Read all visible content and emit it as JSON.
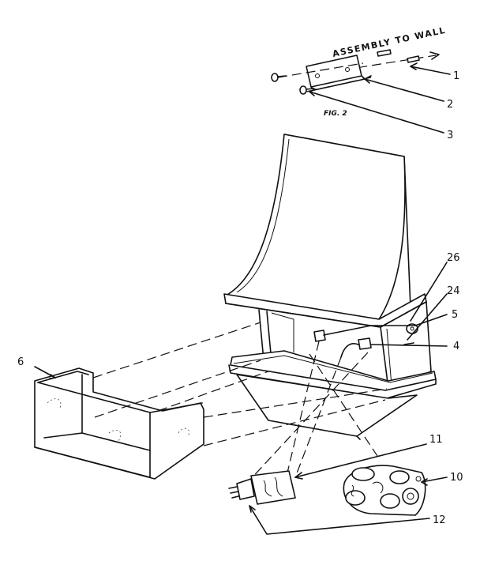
{
  "figure": {
    "header": "ASSEMBLY TO WALL",
    "fig_label": "FIG. 2"
  },
  "callouts": [
    {
      "id": "c1",
      "label": "1"
    },
    {
      "id": "c2",
      "label": "2"
    },
    {
      "id": "c3",
      "label": "3"
    },
    {
      "id": "c26",
      "label": "26"
    },
    {
      "id": "c24",
      "label": "24"
    },
    {
      "id": "c5",
      "label": "5"
    },
    {
      "id": "c4",
      "label": "4"
    },
    {
      "id": "c6",
      "label": "6"
    },
    {
      "id": "c11",
      "label": "11"
    },
    {
      "id": "c10",
      "label": "10"
    },
    {
      "id": "c12",
      "label": "12"
    }
  ],
  "colors": {
    "ink": "#111111",
    "paper": "#ffffff"
  }
}
